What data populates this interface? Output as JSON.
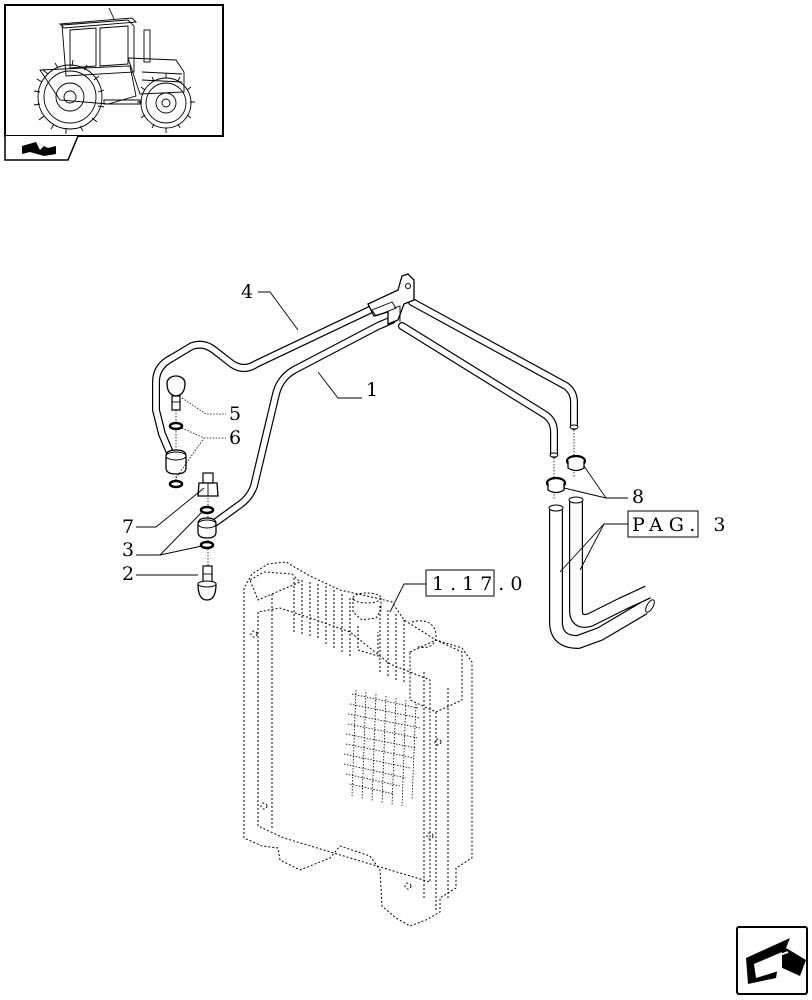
{
  "callouts": {
    "c1": "1",
    "c2": "2",
    "c3": "3",
    "c4": "4",
    "c5": "5",
    "c6": "6",
    "c7": "7",
    "c8": "8"
  },
  "references": {
    "radiator_ref": "1.17.0",
    "hose_ref": "PAG. 3"
  },
  "icons": {
    "thumbnail": "tractor-thumbnail-icon",
    "section": "section-folder-icon",
    "nav": "next-page-arrow-icon"
  }
}
